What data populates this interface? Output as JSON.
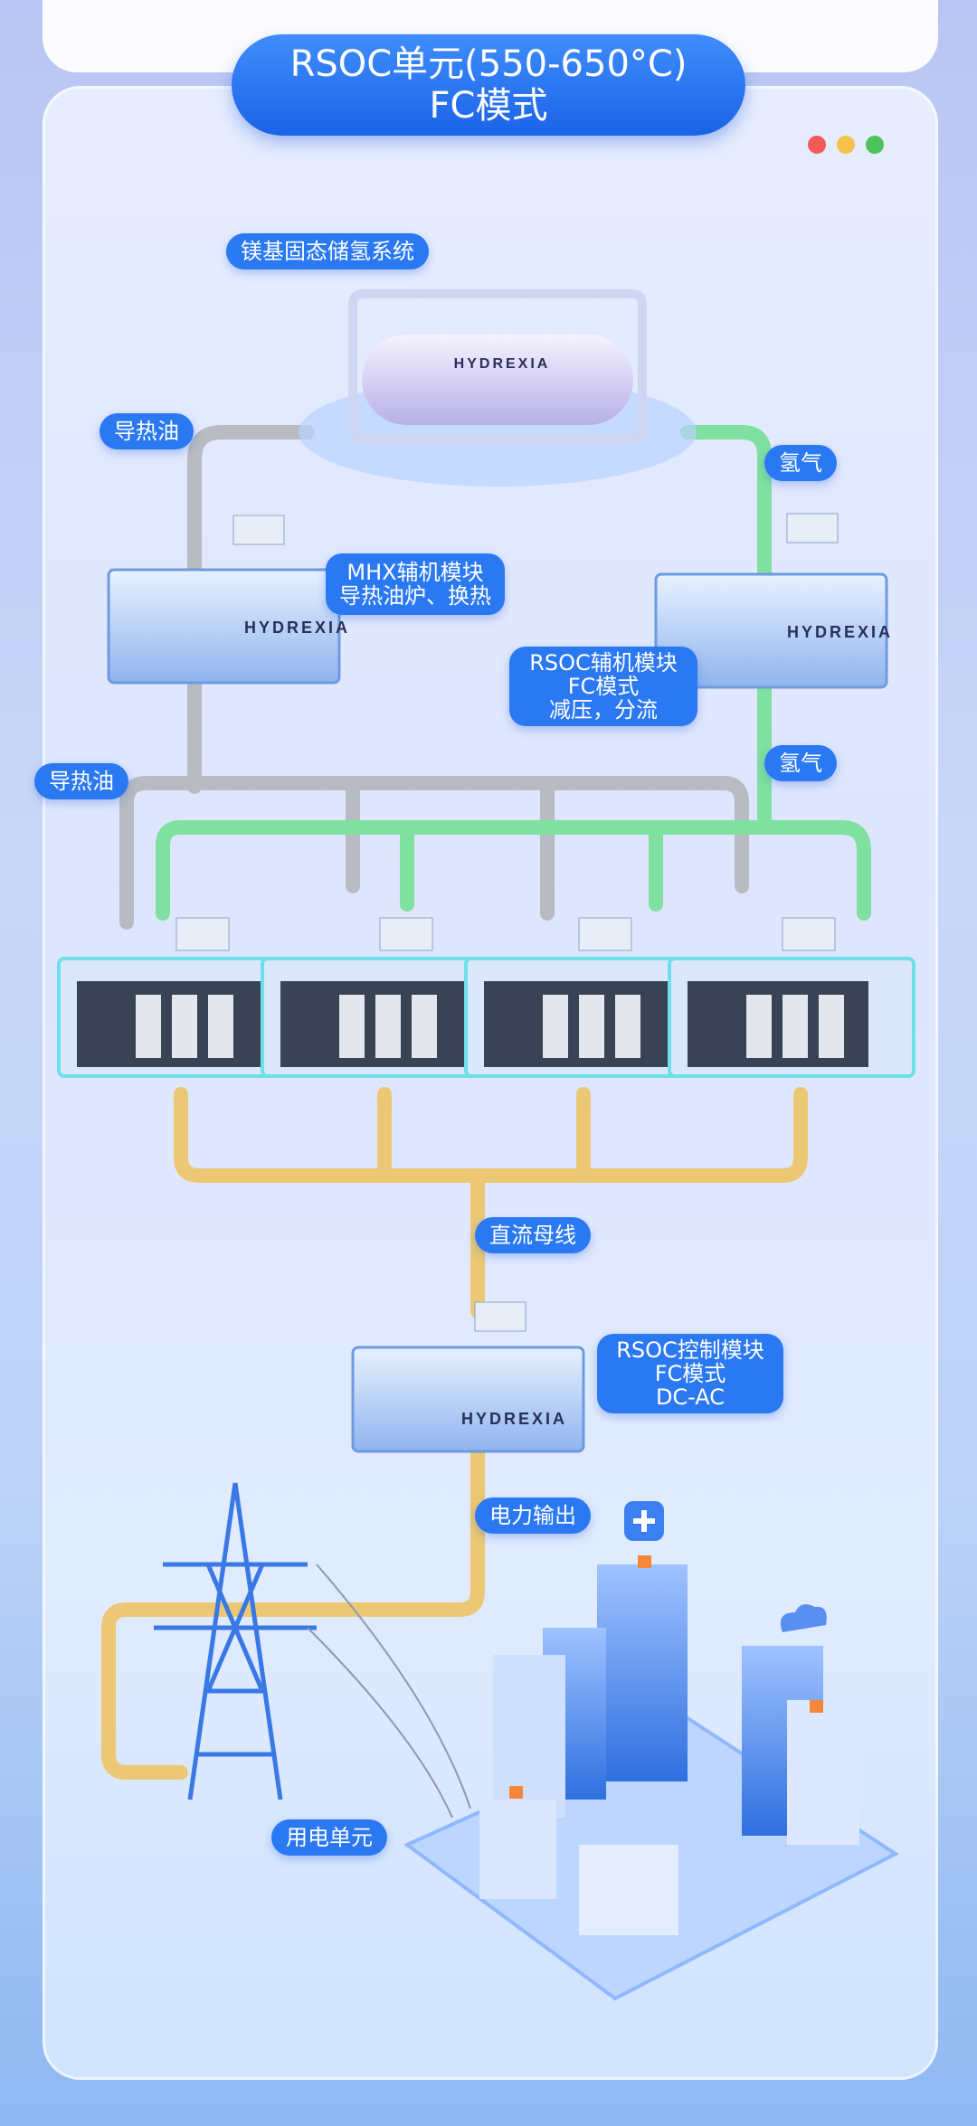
{
  "title": {
    "line1": "RSOC单元(550-650°C)",
    "line2": "FC模式"
  },
  "window_dots": {
    "colors": [
      "#f25a5a",
      "#f6c14b",
      "#4cc35a"
    ]
  },
  "brand": "HYDREXIA",
  "labels": {
    "storage": "镁基固态储氢系统",
    "oil_top": "导热油",
    "hydrogen_top": "氢气",
    "oil_mid": "导热油",
    "hydrogen_mid": "氢气",
    "dc_bus": "直流母线",
    "power_out": "电力输出",
    "consumer": "用电单元"
  },
  "mhx": {
    "line1": "MHX辅机模块",
    "line2": "导热油炉、换热"
  },
  "rsoc_aux": {
    "line1": "RSOC辅机模块",
    "line2": "FC模式",
    "line3": "减压，分流"
  },
  "rsoc_ctrl": {
    "line1": "RSOC控制模块",
    "line2": "FC模式",
    "line3": "DC-AC"
  },
  "colors": {
    "oil": "#b9bbc2",
    "hydrogen": "#7fe0a0",
    "power": "#ecc874",
    "accent": "#2a78f2"
  }
}
